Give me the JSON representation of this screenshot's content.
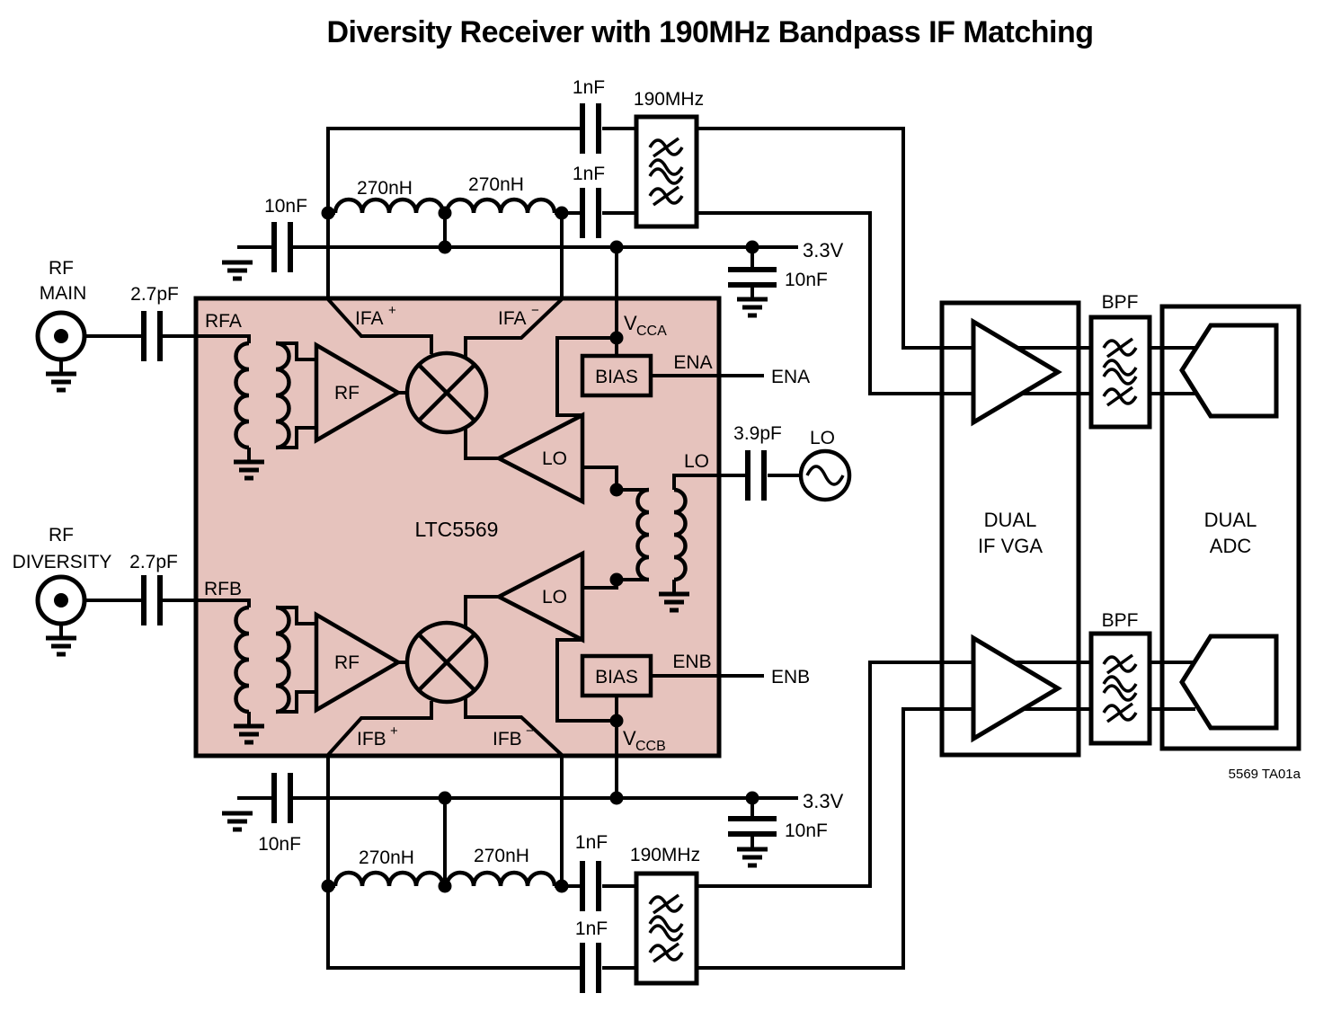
{
  "title": "Diversity Receiver with 190MHz Bandpass IF Matching",
  "figure_number": "5569 TA01a",
  "colors": {
    "chip_fill": "#e6c3bd",
    "ink": "#000000"
  },
  "chip": {
    "name": "LTC5569",
    "pins": {
      "rfa": "RFA",
      "rfb": "RFB",
      "if_a": "IFA",
      "if_b": "IFB",
      "plus": "+",
      "minus": "−",
      "vcc": "V",
      "vcca_sub": "CCA",
      "vccb_sub": "CCB",
      "lo": "LO",
      "ena": "ENA",
      "enb": "ENB"
    },
    "blocks": {
      "rf_amp": "RF",
      "lo_amp": "LO",
      "bias": "BIAS"
    }
  },
  "sources": {
    "rf_main": {
      "line1": "RF",
      "line2": "MAIN"
    },
    "rf_diversity": {
      "line1": "RF",
      "line2": "DIVERSITY"
    },
    "lo_gen": "LO"
  },
  "components": {
    "coupling_cap": "2.7pF",
    "lo_cap": "3.9pF",
    "if_inductor": "270nH",
    "if_cap": "1nF",
    "decoupling_cap": "10nF",
    "bypass_cap": "10nF",
    "if_filter": "190MHz",
    "supply": "3.3V"
  },
  "downstream": {
    "vga": {
      "line1": "DUAL",
      "line2": "IF VGA"
    },
    "adc": {
      "line1": "DUAL",
      "line2": "ADC"
    },
    "bpf": "BPF"
  }
}
